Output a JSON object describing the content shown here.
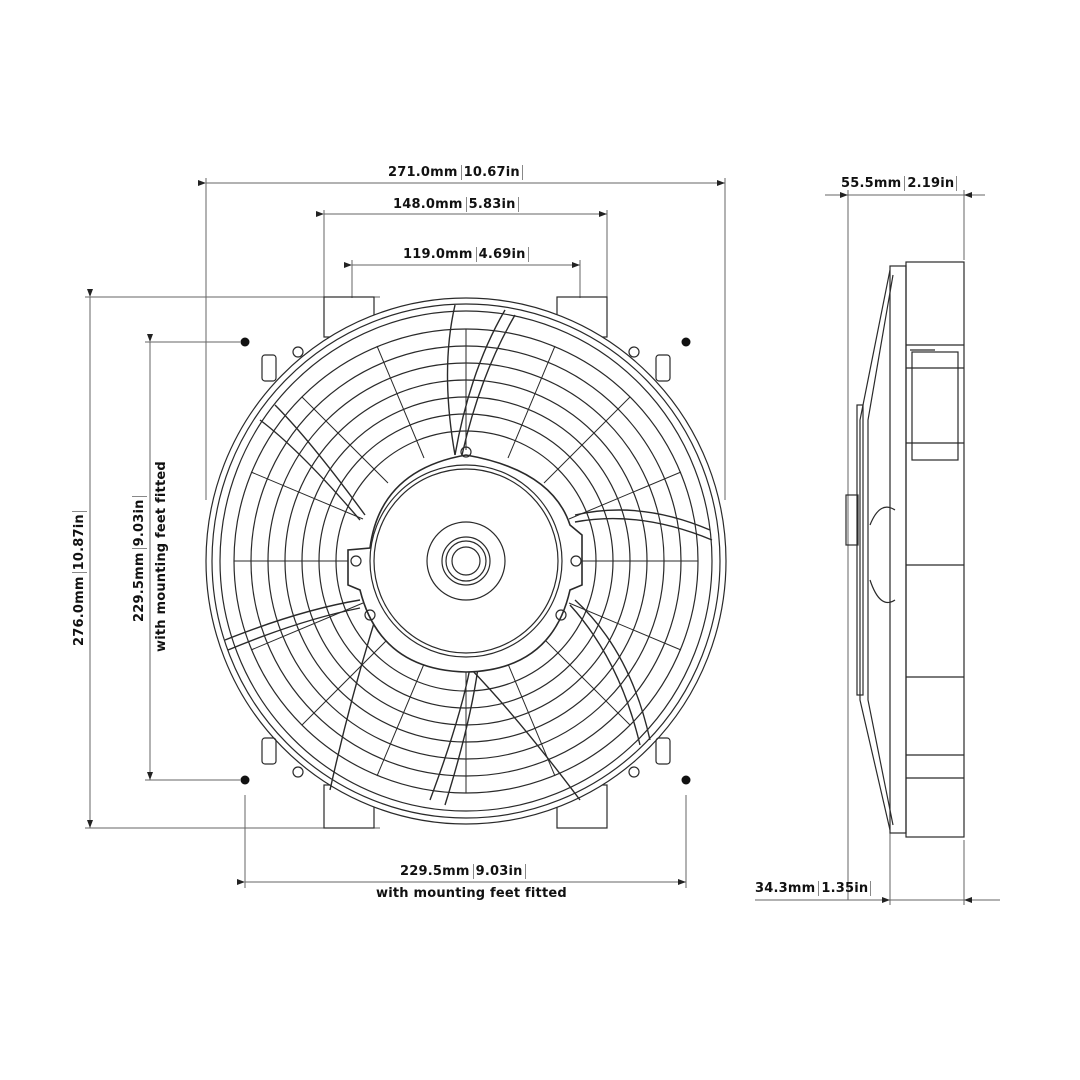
{
  "drawing": {
    "subject": "electric cooling fan dimensional drawing",
    "views": [
      "front-view",
      "side-view"
    ]
  },
  "dimensions": {
    "overall_width": {
      "mm": "271.0mm",
      "in": "10.67in"
    },
    "bracket_outer_width": {
      "mm": "148.0mm",
      "in": "5.83in"
    },
    "bracket_inner_width": {
      "mm": "119.0mm",
      "in": "4.69in"
    },
    "overall_height": {
      "mm": "276.0mm",
      "in": "10.87in"
    },
    "mount_vertical": {
      "mm": "229.5mm",
      "in": "9.03in",
      "note": "with mounting feet fitted"
    },
    "mount_horizontal": {
      "mm": "229.5mm",
      "in": "9.03in",
      "note": "with mounting feet fitted"
    },
    "overall_depth": {
      "mm": "55.5mm",
      "in": "2.19in"
    },
    "body_depth": {
      "mm": "34.3mm",
      "in": "1.35in"
    }
  },
  "colors": {
    "line": "#2a2a2a",
    "dim": "#555555",
    "text": "#111111"
  }
}
